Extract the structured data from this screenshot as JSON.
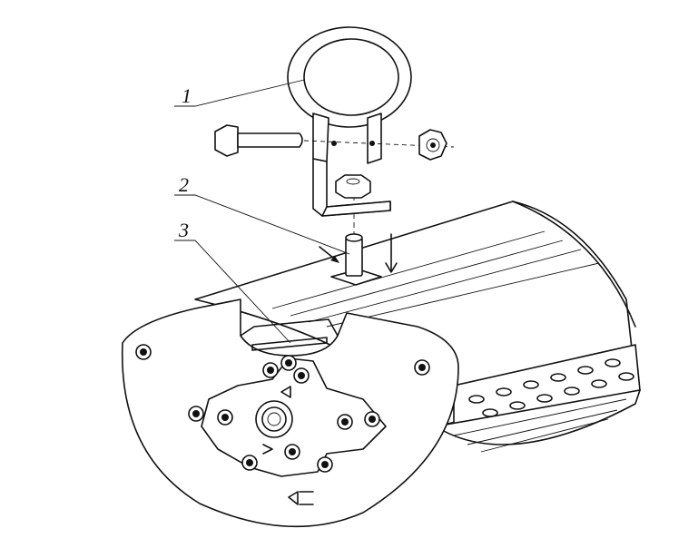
{
  "callouts": {
    "label_1": "1",
    "label_2": "2",
    "label_3": "3"
  },
  "colors": {
    "line": "#111111",
    "background": "#ffffff"
  },
  "icons": [
    "pipe-clamp-icon",
    "bolt-icon",
    "nut-icon",
    "stud-icon",
    "arrow-down-icon"
  ]
}
